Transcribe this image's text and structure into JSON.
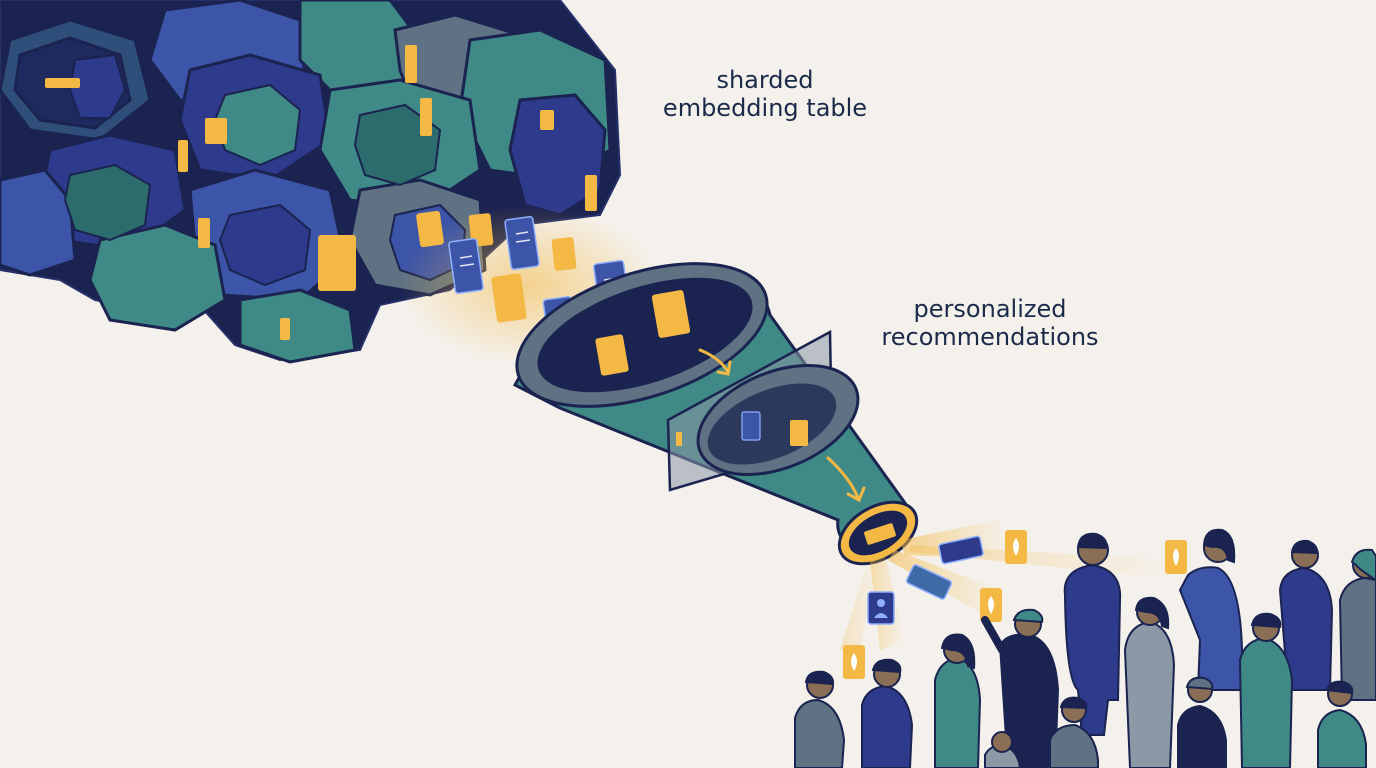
{
  "labels": {
    "sharded_table": {
      "line1": "sharded",
      "line2": "embedding table"
    },
    "recommendations": {
      "line1": "personalized",
      "line2": "recommendations"
    }
  },
  "palette": {
    "navy": "#1b2350",
    "indigo": "#2e3a8c",
    "blue": "#3d55a8",
    "teal": "#3f8a86",
    "teal_dark": "#2d6c6c",
    "slate": "#5f7283",
    "amber": "#f4b944",
    "ink": "#1c2a4a"
  },
  "icons": {
    "data_card": "document-card-icon",
    "person": "person-icon",
    "recommendation": "flame-card-icon",
    "flow": "curved-arrow-icon"
  }
}
